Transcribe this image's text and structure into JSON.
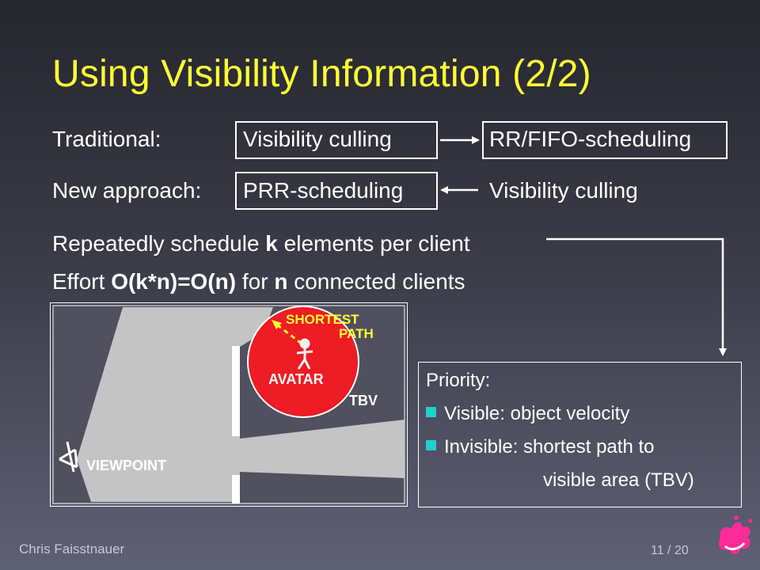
{
  "slide": {
    "title": "Using Visibility Information (2/2)",
    "traditional_label": "Traditional:",
    "traditional_step1": "Visibility culling",
    "traditional_step2": "RR/FIFO-scheduling",
    "new_label": "New approach:",
    "new_step1": "PRR-scheduling",
    "new_step2": "Visibility culling",
    "line1_pre": "Repeatedly schedule ",
    "line1_bold": "k",
    "line1_post": " elements per client",
    "line2_pre": "Effort ",
    "line2_bold1": "O(k*n)=O(n)",
    "line2_mid": " for ",
    "line2_bold2": "n",
    "line2_post": " connected clients"
  },
  "diagram": {
    "shortest_label": "SHORTEST",
    "path_label": "PATH",
    "avatar_label": "AVATAR",
    "tbv_label": "TBV",
    "viewpoint_label": "VIEWPOINT"
  },
  "priority": {
    "heading": "Priority:",
    "bullet1": "Visible: object velocity",
    "bullet2": "Invisible: shortest path to",
    "bullet2_cont": "visible area (TBV)"
  },
  "footer": {
    "author": "Chris Faisstnauer",
    "page": "11 / 20"
  },
  "colors": {
    "title": "#ffff33",
    "bullet": "#20d0d0",
    "avatar_circle": "#ee1c24",
    "logo": "#ff2a9a"
  }
}
